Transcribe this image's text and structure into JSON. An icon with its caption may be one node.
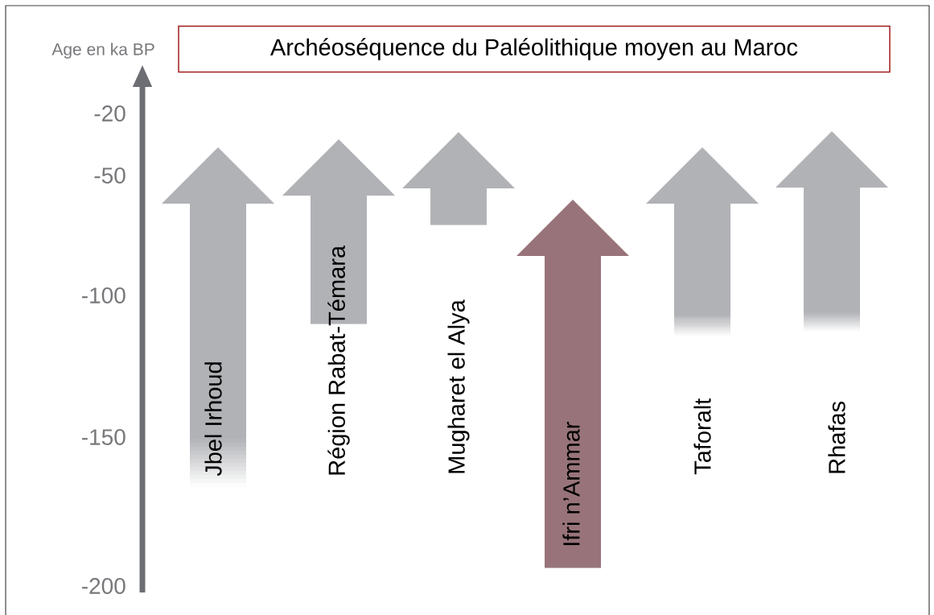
{
  "diagram": {
    "title": "Archéoséquence du Paléolithique moyen au Maroc",
    "nodes": [
      {
        "text": [
          "Jbel Irhoud"
        ]
      },
      {
        "text": [],
        "shape": "arrow",
        "beside": [
          "Région Rabat-Témara"
        ]
      },
      {
        "text": [],
        "shape": "arrow",
        "beside": [
          "Mugharet el Alya"
        ]
      },
      {
        "text": [
          "Ifri n’Ammar"
        ]
      },
      {
        "text": [],
        "shape": "arrow",
        "beside": [
          "Taforalt"
        ]
      },
      {
        "text": [],
        "shape": "arrow",
        "beside": [
          "Rhafas"
        ]
      }
    ],
    "labels": [
      "Age en ka BP",
      "-20",
      "-50",
      "-100",
      "-150",
      "-200"
    ]
  }
}
